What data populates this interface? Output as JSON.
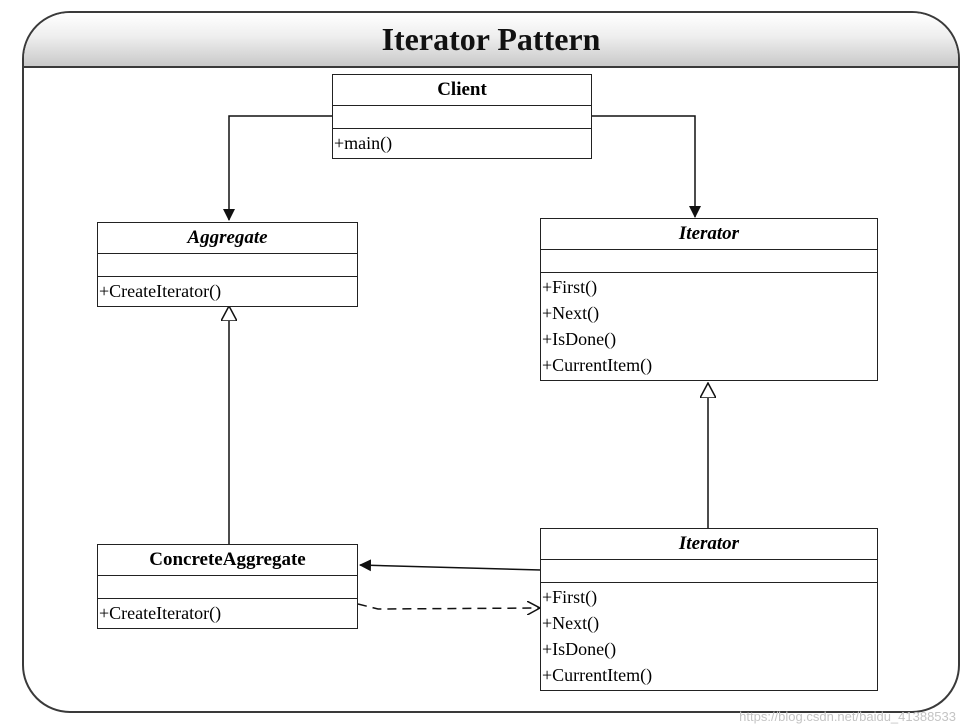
{
  "title": "Iterator Pattern",
  "classes": {
    "client": {
      "name": "Client",
      "operations": [
        "+main()"
      ]
    },
    "aggregate": {
      "name": "Aggregate",
      "operations": [
        "+CreateIterator()"
      ]
    },
    "iterator": {
      "name": "Iterator",
      "operations": [
        "+First()",
        "+Next()",
        "+IsDone()",
        "+CurrentItem()"
      ]
    },
    "concrete_aggregate": {
      "name": "ConcreteAggregate",
      "operations": [
        "+CreateIterator()"
      ]
    },
    "concrete_iterator": {
      "name": "Iterator",
      "operations": [
        "+First()",
        "+Next()",
        "+IsDone()",
        "+CurrentItem()"
      ]
    }
  },
  "watermark": "https://blog.csdn.net/baidu_41388533"
}
